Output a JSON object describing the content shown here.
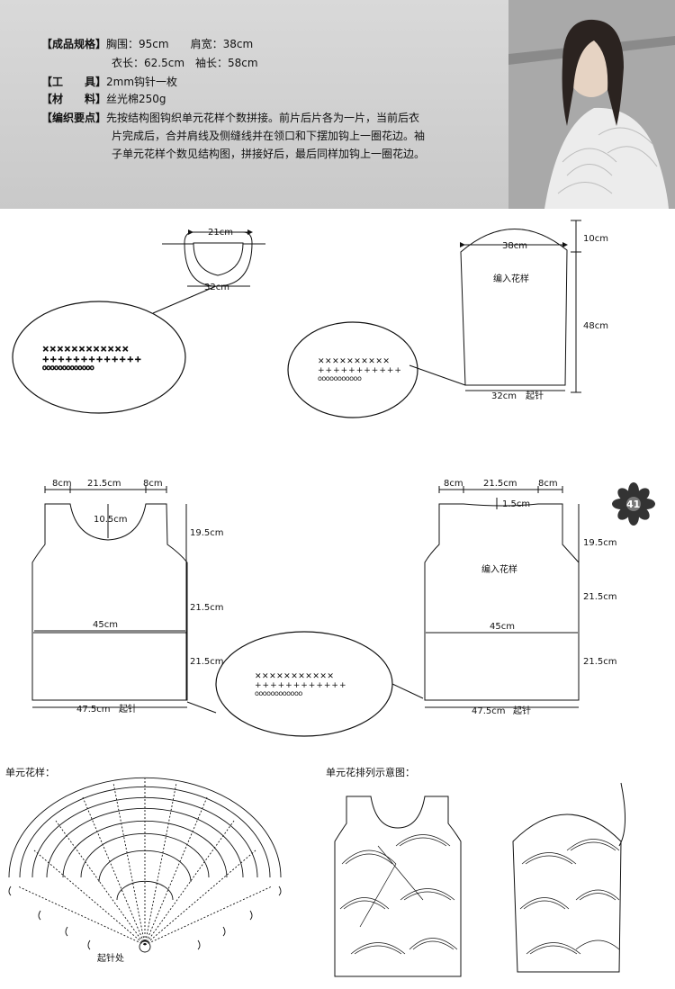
{
  "specs": {
    "size_key": "【成品规格】",
    "size_line1": "胸围：95cm　　肩宽：38cm",
    "size_line2": "衣长：62.5cm　袖长：58cm",
    "tool_key": "【工　　具】",
    "tool_val": "2mm钩针一枚",
    "material_key": "【材　　料】",
    "material_val": "丝光棉250g",
    "points_key": "【编织要点】",
    "points_line1": "先按结构图钩织单元花样个数拼接。前片后片各为一片，当前后衣",
    "points_line2": "片完成后，合并肩线及侧缝线并在领口和下摆加钩上一圈花边。袖",
    "points_line3": "子单元花样个数见结构图，拼接好后，最后同样加钩上一圈花边。"
  },
  "collar": {
    "top": "21cm",
    "bottom": "32cm"
  },
  "sleeve": {
    "top": "38cm",
    "cap": "10cm",
    "length": "48cm",
    "bottom": "32cm",
    "start": "起针",
    "pattern": "编入花样"
  },
  "front": {
    "w1": "8cm",
    "w2": "21.5cm",
    "w3": "8cm",
    "neck": "10.5cm",
    "h1": "19.5cm",
    "h2": "21.5cm",
    "h3": "21.5cm",
    "mid": "45cm",
    "bottom": "47.5cm",
    "start": "起针"
  },
  "back": {
    "w1": "8cm",
    "w2": "21.5cm",
    "w3": "8cm",
    "neck": "1.5cm",
    "h1": "19.5cm",
    "h2": "21.5cm",
    "h3": "21.5cm",
    "mid": "45cm",
    "bottom": "47.5cm",
    "start": "起针",
    "pattern": "编入花样"
  },
  "page_number": "41",
  "motif": {
    "title": "单元花样：",
    "start": "起针处"
  },
  "layout": {
    "title": "单元花排列示意图："
  }
}
